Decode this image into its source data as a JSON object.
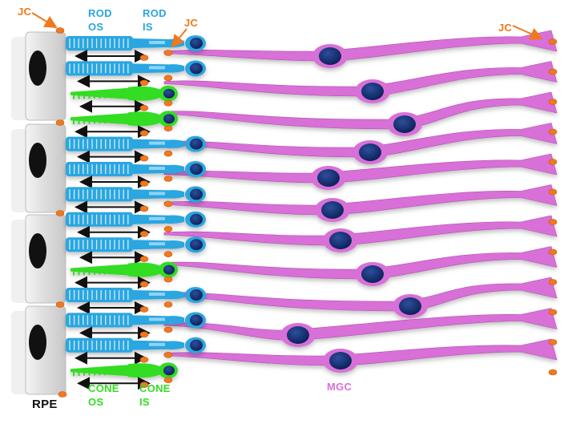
{
  "labels": {
    "jc_left": "JC",
    "rod_os": [
      "ROD",
      "OS"
    ],
    "rod_is": [
      "ROD",
      "IS"
    ],
    "jc_mid": "JC",
    "jc_right": "JC",
    "cone_os": [
      "CONE",
      "OS"
    ],
    "cone_is": [
      "CONE",
      "IS"
    ],
    "mgc": "MGC",
    "rpe": "RPE"
  },
  "legend_colors": {
    "rod": "#29a6e0",
    "cone": "#33dd22",
    "mgc": "#d870d8",
    "junction": "#f0781e",
    "nucleus": "#0f2a6a",
    "rpe": "#d6d6d6"
  },
  "photoreceptor_rows": [
    {
      "kind": "rod"
    },
    {
      "kind": "rod"
    },
    {
      "kind": "cone"
    },
    {
      "kind": "cone"
    },
    {
      "kind": "rod"
    },
    {
      "kind": "rod"
    },
    {
      "kind": "rod"
    },
    {
      "kind": "rod"
    },
    {
      "kind": "rod"
    },
    {
      "kind": "cone"
    },
    {
      "kind": "rod"
    },
    {
      "kind": "rod"
    },
    {
      "kind": "rod"
    },
    {
      "kind": "cone"
    }
  ]
}
